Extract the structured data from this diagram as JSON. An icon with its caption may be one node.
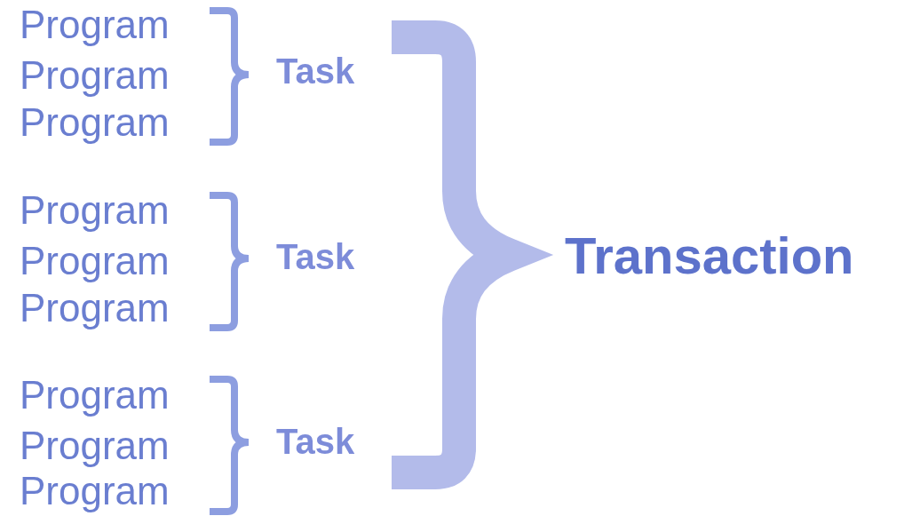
{
  "diagram": {
    "labels": [
      "Program",
      "Program",
      "Program",
      "Task",
      "Program",
      "Program",
      "Program",
      "Task",
      "Program",
      "Program",
      "Program",
      "Task",
      "Transaction"
    ]
  }
}
